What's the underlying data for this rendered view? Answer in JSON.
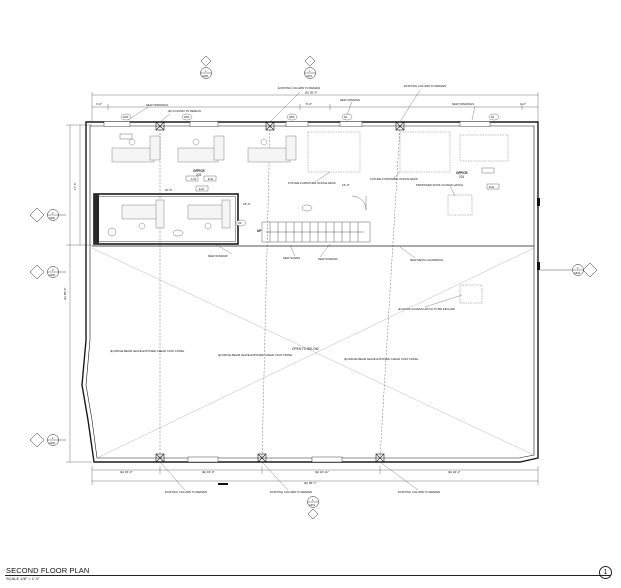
{
  "sheet": {
    "title": "SECOND FLOOR PLAN",
    "scale": "SCALE    1/8\" = 1'-0\"",
    "number": "1"
  },
  "rooms": {
    "office_left_name": "OFFICE",
    "office_left_num": "203",
    "office_right_name": "OFFICE",
    "office_right_num": "201"
  },
  "callouts": {
    "new_openings_top_left": "NEW OPENINGS",
    "new_opening_mid": "NEW OPENING",
    "new_opening_right": "NEW OPENINGS",
    "column_top_left": "(E) COLUMN TO REMAIN",
    "column_top_mid": "EXISTING COLUMN TO REMAIN",
    "column_top_right": "EXISTING COLUMN TO REMAIN",
    "future_furniture_1": "FUTURE FURNITURE OFFICE DESK",
    "future_furniture_2": "FUTURE FURNITURE OFFICE DESK",
    "proposed_roof_hatch": "PROPOSED ROOF ACCESS HATCH",
    "new_window_left": "NEW WINDOW",
    "new_stairs": "NEW STAIRS",
    "new_window_right": "NEW WINDOW",
    "new_metal_guardrail": "NEW METAL GUARDRAIL",
    "roof_hatch_infill": "(E) ROOF ACCESS HATCH TO BE INFILLED",
    "ridge_beam_left": "(E) RIDGE BEAM LEAVE EXPOSED CLEAR COAT FINISH",
    "ridge_beam_mid": "(E) RIDGE BEAM LEAVE EXPOSED CLEAR COAT FINISH",
    "ridge_beam_right": "(E) RIDGE BEAM LEAVE EXPOSED CLEAR COAT FINISH",
    "open_to_below": "OPEN TO BELOW",
    "column_bot_left": "EXISTING COLUMN TO REMAIN",
    "column_bot_mid": "EXISTING COLUMN TO REMAIN",
    "column_bot_right": "EXISTING COLUMN TO REMAIN",
    "up": "UP"
  },
  "dimensions": {
    "top_overall": "(E) 95'-6\"",
    "top_left": "3'-0\"",
    "top_right": "3'-0\"",
    "top_d1": "5'-0\"",
    "left_overall": "(E) 58'-0\"",
    "left_upper": "17'-6\"",
    "bot_overall": "(E) 96'-7\"",
    "bot_a": "(E) 15'-0\"",
    "bot_b": "(E) 16'-0\"",
    "bot_c": "(E) 16'-11\"",
    "bot_d": "(E) 22'-2\"",
    "office_w": "20'-6\"",
    "desk_a": "18'-0\"",
    "desk_b": "16'-0\""
  },
  "tags": {
    "section_top_left": "1",
    "section_top_left_sheet": "A300",
    "section_top_mid": "1",
    "section_top_mid_sheet": "A301",
    "section_left_1": "2",
    "section_left_1_sheet": "A300",
    "section_left_2": "3",
    "section_left_2_sheet": "A300",
    "section_left_3": "4",
    "section_left_3_sheet": "A300",
    "section_right": "2",
    "section_right_sheet": "A302",
    "section_bot_mid": "1",
    "section_bot_mid_sheet": "A301",
    "win_w03": "W03",
    "win_w04": "W04",
    "win_w05": "W05",
    "door_d1": "D1",
    "door_d2": "D2",
    "door_d3": "D3",
    "room_finish_left": "E-01",
    "room_finish_right": "E-01",
    "room_203a": "F-01",
    "room_203b": "E-01"
  },
  "colors": {
    "line": "#1a1a1a",
    "light_line": "#777777",
    "wall_fill": "#2a2a2a"
  }
}
